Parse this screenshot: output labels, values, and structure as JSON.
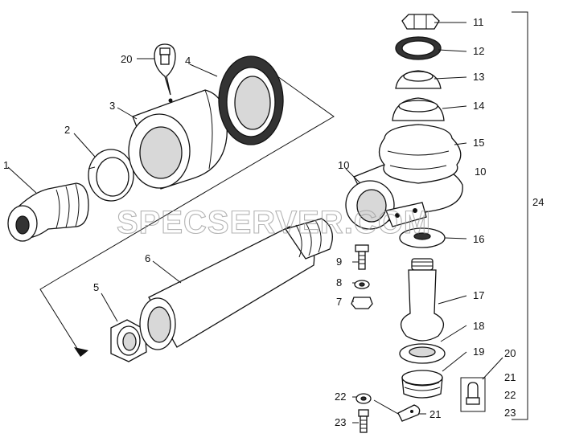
{
  "diagram": {
    "watermark": "SPECSERVER.COM",
    "callouts": [
      "1",
      "2",
      "3",
      "4",
      "5",
      "6",
      "7",
      "8",
      "9",
      "10",
      "11",
      "12",
      "13",
      "14",
      "15",
      "16",
      "17",
      "18",
      "19",
      "20",
      "21",
      "22",
      "23",
      "24"
    ],
    "labels": {
      "l1": "1",
      "l2": "2",
      "l3": "3",
      "l4": "4",
      "l5": "5",
      "l6": "6",
      "l7": "7",
      "l8": "8",
      "l9": "9",
      "l10a": "10",
      "l10b": "10",
      "l11": "11",
      "l12": "12",
      "l13": "13",
      "l14": "14",
      "l15": "15",
      "l16": "16",
      "l17": "17",
      "l18": "18",
      "l19": "19",
      "l20a": "20",
      "l20b": "20",
      "l21a": "21",
      "l21b": "21",
      "l22a": "22",
      "l22b": "22",
      "l23a": "23",
      "l23b": "23",
      "l24": "24"
    }
  }
}
